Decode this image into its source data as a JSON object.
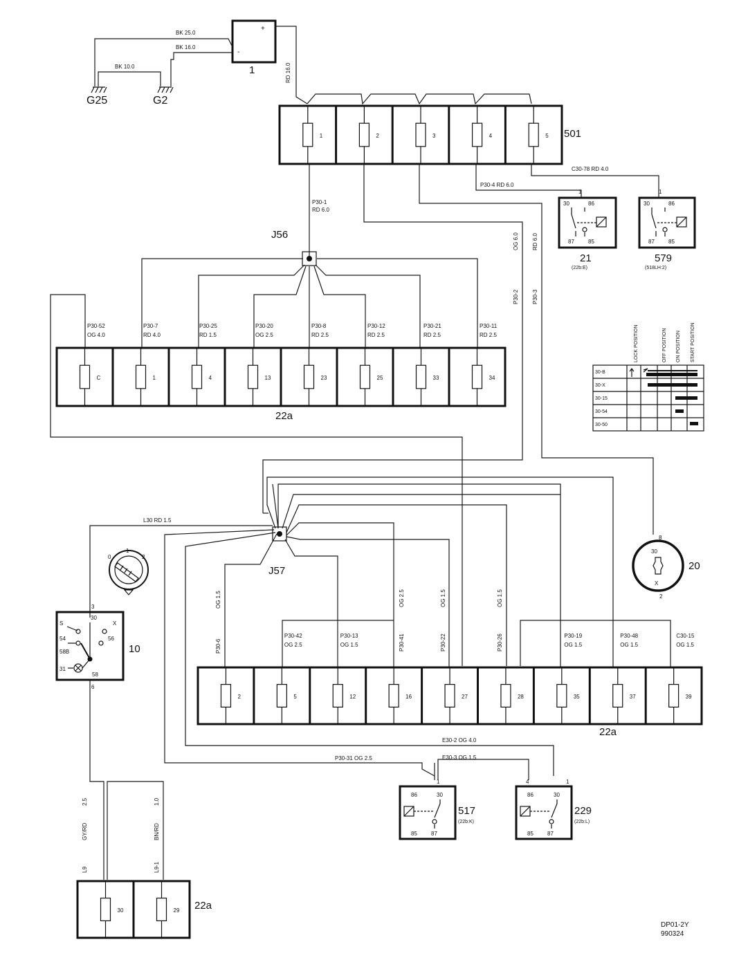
{
  "battery": {
    "id": "1",
    "plus": "+",
    "minus": "-"
  },
  "grounds": {
    "g25": "G25",
    "g2": "G2"
  },
  "wire_labels": {
    "bk25": "BK   25.0",
    "bk16": "BK   16.0",
    "bk10": "BK   10.0",
    "rd16": "RD   16.0",
    "p30_1_a": "P30-1",
    "p30_1_b": "RD   6.0",
    "c30_78": "C30-78        RD   4.0",
    "p30_4": "P30-4        RD   6.0",
    "og60": "OG   6.0",
    "rd60": "RD   6.0",
    "p30_2": "P30-2",
    "p30_3": "P30-3",
    "l30": "L30     RD   1.5",
    "e30_2": "E30-2       OG   4.0",
    "e30_3": "E30-3       OG   1.5",
    "p30_31": "P30-31              OG    2.5",
    "og15_a": "OG    1.5",
    "p30_6": "P30-6",
    "og25_a": "OG    2.5",
    "p30_41": "P30-41",
    "og15_b": "OG    1.5",
    "p30_22": "P30-22",
    "og15_c": "OG    1.5",
    "p30_26": "P30-26",
    "l9_a": "L9",
    "gyrd": "GY/RD",
    "s25": "2.5",
    "l9_b": "L9-1",
    "bnrd": "BN/RD",
    "s10": "1.0"
  },
  "box_501": {
    "id": "501",
    "fuses": [
      "1",
      "2",
      "3",
      "4",
      "5"
    ]
  },
  "box_22a_top": {
    "id": "22a",
    "fuses": [
      "C",
      "1",
      "4",
      "13",
      "23",
      "25",
      "33",
      "34"
    ],
    "wires": [
      {
        "code": "P30-52",
        "spec": "OG    4.0"
      },
      {
        "code": "P30-7",
        "spec": "RD    4.0"
      },
      {
        "code": "P30-25",
        "spec": "RD    1.5"
      },
      {
        "code": "P30-20",
        "spec": "OG    2.5"
      },
      {
        "code": "P30-8",
        "spec": "RD    2.5"
      },
      {
        "code": "P30-12",
        "spec": "RD    2.5"
      },
      {
        "code": "P30-21",
        "spec": "RD    2.5"
      },
      {
        "code": "P30-11",
        "spec": "RD    2.5"
      }
    ]
  },
  "box_22a_mid": {
    "id": "22a",
    "fuses": [
      "2",
      "5",
      "12",
      "16",
      "27",
      "28",
      "35",
      "37",
      "39"
    ],
    "wires": [
      {
        "code": "",
        "spec": ""
      },
      {
        "code": "P30-42",
        "spec": "OG    2.5"
      },
      {
        "code": "P30-13",
        "spec": "OG    1.5"
      },
      {
        "code": "",
        "spec": ""
      },
      {
        "code": "",
        "spec": ""
      },
      {
        "code": "",
        "spec": ""
      },
      {
        "code": "P30-19",
        "spec": "OG    1.5"
      },
      {
        "code": "P30-48",
        "spec": "OG    1.5"
      },
      {
        "code": "C30-15",
        "spec": "OG    1.5"
      }
    ]
  },
  "box_22a_bot": {
    "id": "22a",
    "fuses": [
      "30",
      "29"
    ]
  },
  "junctions": {
    "j56": "J56",
    "j57": "J57"
  },
  "relays": [
    {
      "id": "21",
      "ref": "(22b:E)",
      "pin": "1",
      "t30": "30",
      "t86": "86",
      "t87": "87",
      "t85": "85"
    },
    {
      "id": "579",
      "ref": "(518LH:2)",
      "pin": "1",
      "t30": "30",
      "t86": "86",
      "t87": "87",
      "t85": "85"
    },
    {
      "id": "517",
      "ref": "(22b:K)",
      "pin": "1",
      "t30": "30",
      "t86": "86",
      "t87": "87",
      "t85": "85"
    },
    {
      "id": "229",
      "ref": "(22b:L)",
      "pin_a": "4",
      "pin_b": "1",
      "t30": "30",
      "t86": "86",
      "t87": "87",
      "t85": "85"
    }
  ],
  "ignition_switch": {
    "id": "10",
    "pin_top": "3",
    "pin_bottom": "6",
    "terminals": [
      "S",
      "30",
      "X",
      "54",
      "56",
      "58B",
      "31",
      "58"
    ],
    "positions": [
      "0",
      "1",
      "2"
    ]
  },
  "starter": {
    "id": "20",
    "t30": "30",
    "tx": "X",
    "pin_top": "8",
    "pin_bottom": "2"
  },
  "position_table": {
    "headers": [
      "LOCK POSITION",
      "OFF POSITION",
      "ON POSITION",
      "START POSITION"
    ],
    "rows": [
      "30-B",
      "30-X",
      "30-15",
      "30-54",
      "30-50"
    ]
  },
  "footer": {
    "code": "DP01-2Y",
    "date": "990324"
  }
}
